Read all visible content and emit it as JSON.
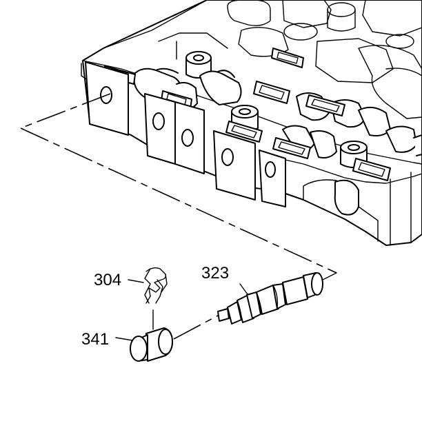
{
  "callouts": {
    "c304": "304",
    "c323": "323",
    "c341": "341"
  }
}
